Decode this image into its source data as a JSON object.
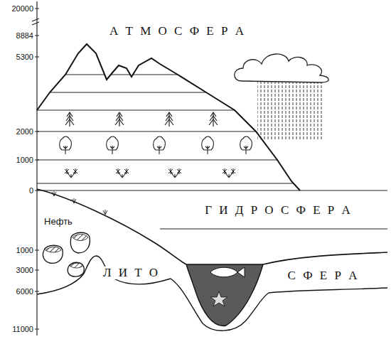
{
  "diagram": {
    "labels": [
      "20000",
      "8884",
      "5300",
      "2000",
      "1000",
      "0",
      "1000",
      "3000",
      "6000",
      "11000",
      "А Т М О С Ф Е Р А",
      "Г И Д Р О С Ф Е Р А",
      "Нефть",
      "Л И Т О",
      "С Ф Е Р А"
    ]
  }
}
